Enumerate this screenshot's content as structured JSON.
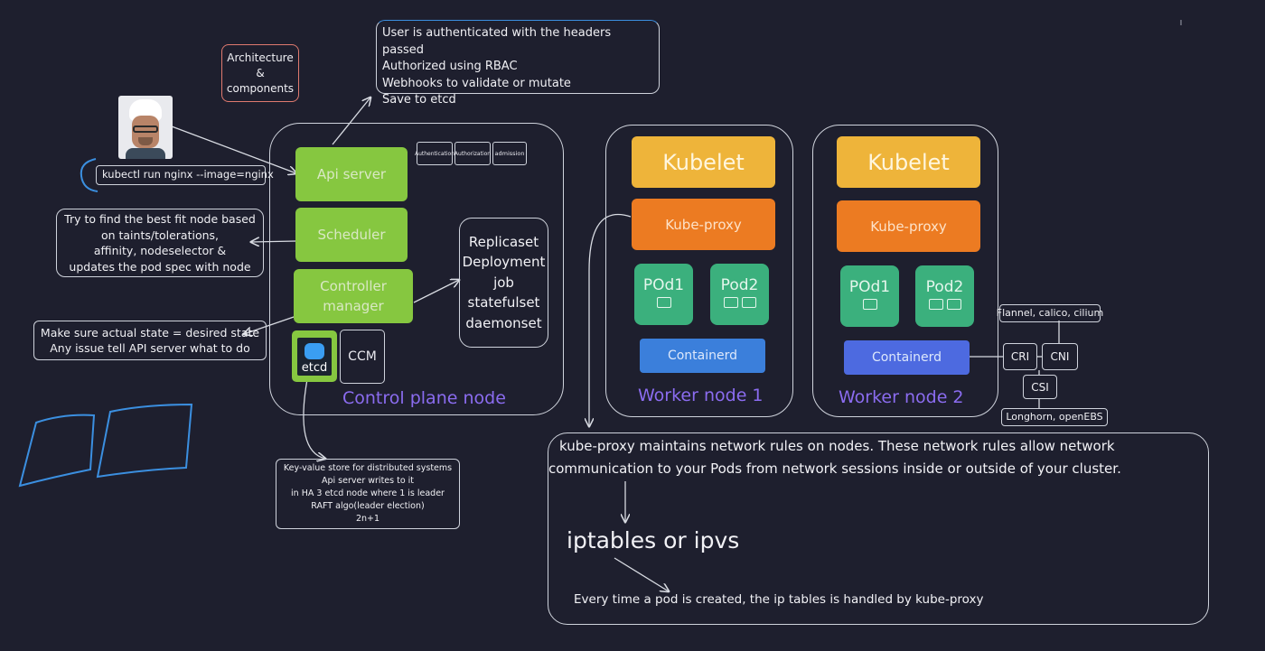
{
  "labels": {
    "architecture": [
      "Architecture",
      "&",
      "components"
    ],
    "auth_notes": [
      "User is authenticated with the headers passed",
      "Authorized using RBAC",
      "Webhooks to validate or mutate",
      "Save to etcd"
    ],
    "kubectl_cmd": "kubectl run nginx --image=nginx",
    "scheduler_note": [
      "Try to find the best fit node based",
      "on taints/tolerations,",
      "affinity, nodeselector &",
      "updates the pod spec with node"
    ],
    "controller_note": [
      "Make sure actual state = desired state",
      "Any issue tell API server what to do"
    ],
    "etcd_note": [
      "Key-value store for distributed systems",
      "Api server writes to it",
      "in HA 3 etcd node where 1 is leader",
      "RAFT algo(leader election)",
      "2n+1"
    ]
  },
  "control_plane": {
    "api_server": "Api server",
    "scheduler": "Scheduler",
    "controller_manager": [
      "Controller",
      "manager"
    ],
    "etcd": "etcd",
    "ccm": "CCM",
    "plugins": [
      "Authentication",
      "Authorization",
      "admission"
    ],
    "controllers": [
      "Replicaset",
      "Deployment",
      "job",
      "statefulset",
      "daemonset"
    ],
    "title": "Control plane node"
  },
  "worker1": {
    "kubelet": "Kubelet",
    "kube_proxy": "Kube-proxy",
    "pod1": "POd1",
    "pod2": "Pod2",
    "containerd": "Containerd",
    "title": "Worker node 1"
  },
  "worker2": {
    "kubelet": "Kubelet",
    "kube_proxy": "Kube-proxy",
    "pod1": "POd1",
    "pod2": "Pod2",
    "containerd": "Containerd",
    "title": "Worker node 2"
  },
  "plugins_right": {
    "cni_impls": "Flannel, calico, cilium",
    "cri": "CRI",
    "cni": "CNI",
    "csi": "CSI",
    "csi_impls": "Longhorn, openEBS"
  },
  "kube_proxy_panel": {
    "description": [
      "kube-proxy maintains network rules on nodes. These network rules allow network",
      "communication to your Pods from network sessions inside or outside of your cluster."
    ],
    "modes": "iptables or ipvs",
    "footer": "Every time a pod is created, the ip tables is handled by kube-proxy"
  },
  "colors": {
    "background": "#1e1f2e",
    "api_components": "#86c740",
    "kubelet": "#eeb43a",
    "kube_proxy": "#ec7b22",
    "pod": "#3bb07d",
    "containerd": "#3b7fdb",
    "node_title": "#8b6cf0",
    "architecture_border": "#e07a6f",
    "connector_blue": "#3b8fe0"
  }
}
